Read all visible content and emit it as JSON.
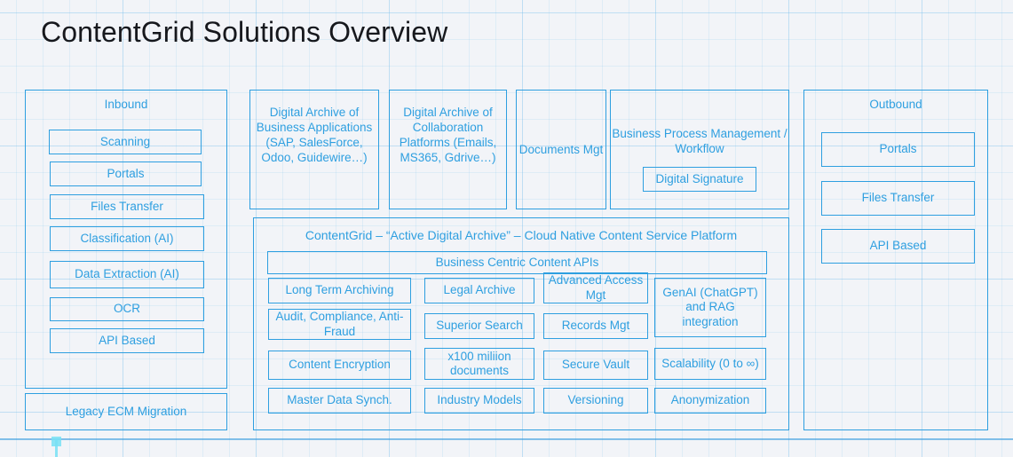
{
  "page": {
    "title": "ContentGrid Solutions Overview",
    "accent_color": "#2e9fe0",
    "background_color": "#f2f4f8",
    "title_color": "#16181d"
  },
  "inbound": {
    "label": "Inbound",
    "items": [
      "Scanning",
      "Portals",
      "Files Transfer",
      "Classification (AI)",
      "Data Extraction (AI)",
      "OCR",
      "API Based"
    ]
  },
  "legacy": {
    "label": "Legacy ECM Migration"
  },
  "top_row": [
    {
      "name": "digital-archive-business-applications",
      "text": "Digital Archive of Business Applications (SAP, SalesForce, Odoo, Guidewire…)"
    },
    {
      "name": "digital-archive-collaboration-platforms",
      "text": "Digital Archive of Collaboration Platforms (Emails, MS365, Gdrive…)"
    },
    {
      "name": "documents-mgt",
      "text": "Documents Mgt"
    },
    {
      "name": "business-process-management",
      "text": "Business Process Management / Workflow",
      "child": "Digital Signature"
    }
  ],
  "platform": {
    "title": "ContentGrid – “Active Digital Archive” – Cloud Native Content Service Platform",
    "apis_bar": "Business Centric Content APIs",
    "capabilities": [
      "Long Term Archiving",
      "Legal Archive",
      "Advanced Access Mgt",
      "GenAI (ChatGPT) and RAG integration",
      "Audit, Compliance, Anti-Fraud",
      "Superior Search",
      "Records Mgt",
      "Content Encryption",
      "x100 miliion documents",
      "Secure Vault",
      "Scalability (0 to ∞)",
      "Master Data Synch.",
      "Industry Models",
      "Versioning",
      "Anonymization"
    ]
  },
  "outbound": {
    "label": "Outbound",
    "items": [
      "Portals",
      "Files Transfer",
      "API Based"
    ]
  }
}
